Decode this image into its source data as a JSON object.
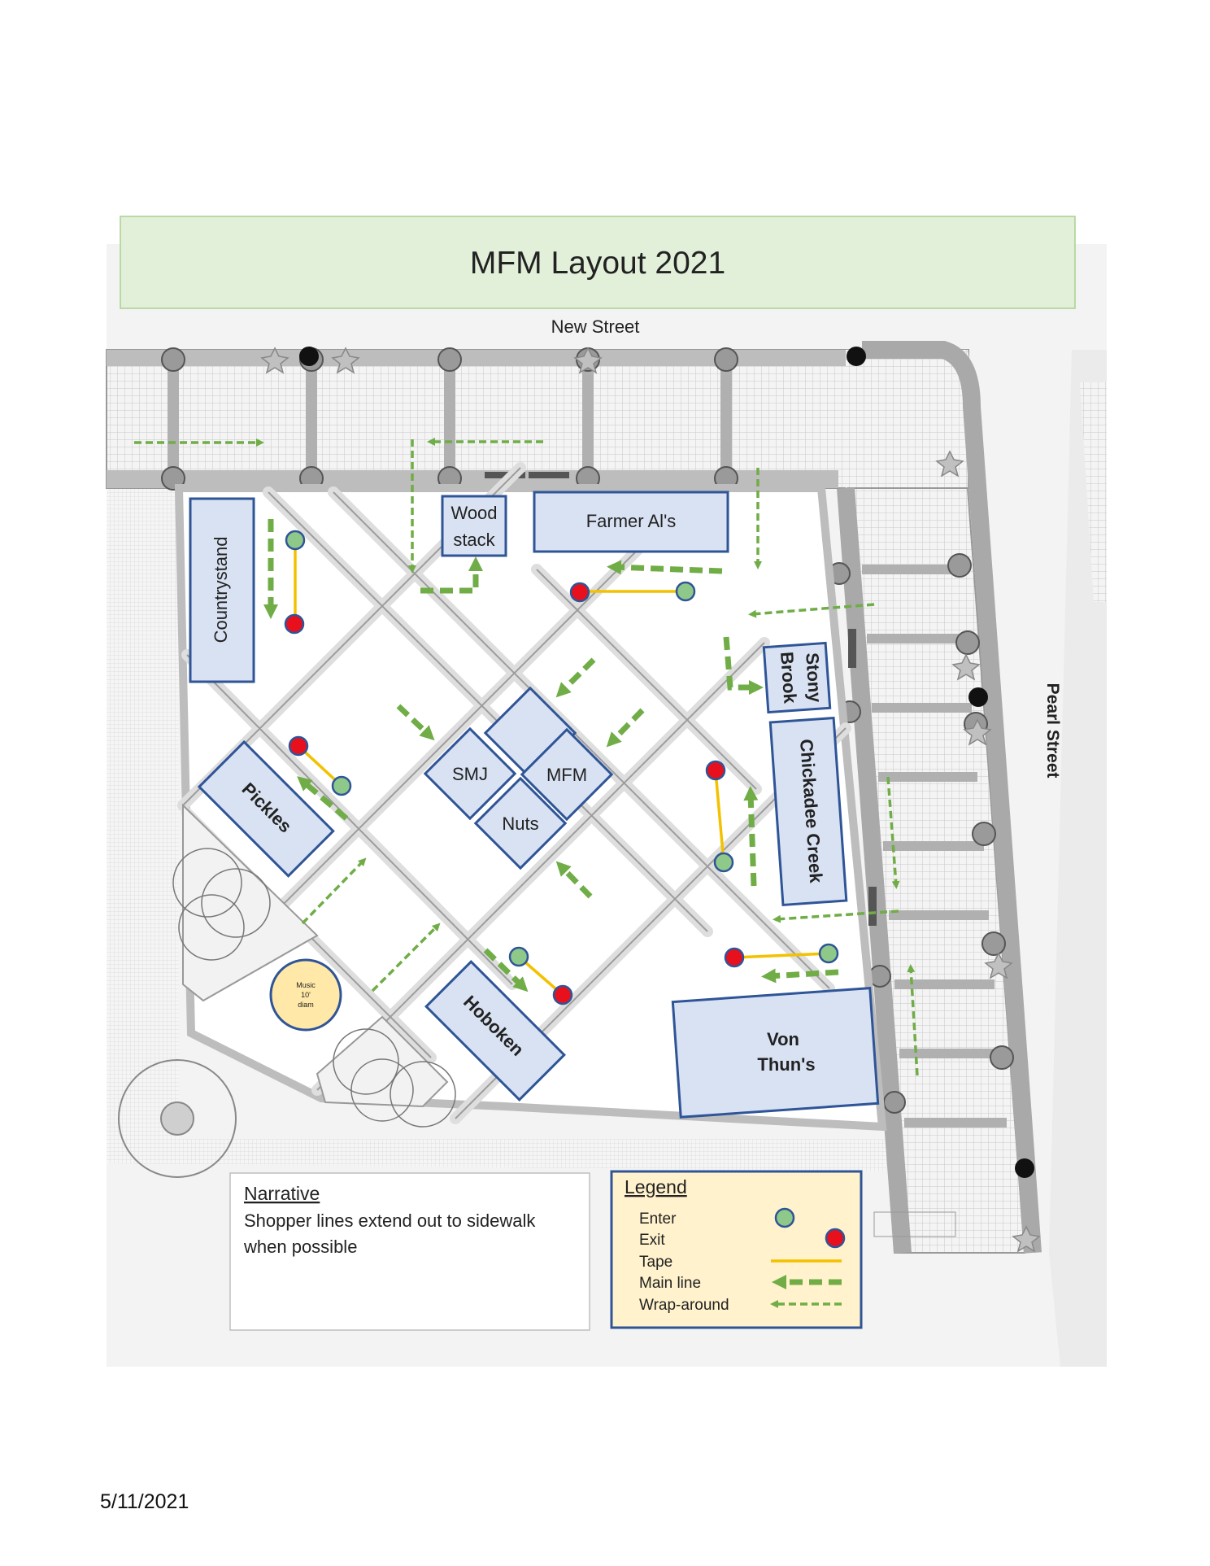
{
  "page": {
    "title": "MFM Layout 2021",
    "date": "5/11/2021"
  },
  "streets": {
    "north": "New Street",
    "east": "Pearl Street"
  },
  "vendors": {
    "countrystand": "Countrystand",
    "wood_stack_line1": "Wood",
    "wood_stack_line2": "stack",
    "farmer_als": "Farmer Al's",
    "stony_brook_line1": "Stony",
    "stony_brook_line2": "Brook",
    "chickadee_creek": "Chickadee Creek",
    "pickles": "Pickles",
    "smj": "SMJ",
    "mfm": "MFM",
    "nuts": "Nuts",
    "hoboken": "Hoboken",
    "von_thuns_line1": "Von",
    "von_thuns_line2": "Thun's"
  },
  "music": {
    "line1": "Music",
    "line2": "10'",
    "line3": "diam"
  },
  "narrative": {
    "heading": "Narrative",
    "line1": "Shopper lines extend out to sidewalk",
    "line2": "when possible"
  },
  "legend": {
    "heading": "Legend",
    "items": [
      {
        "label": "Enter",
        "symbol": "enter-dot-icon",
        "color": "#8fc98a"
      },
      {
        "label": "Exit",
        "symbol": "exit-dot-icon",
        "color": "#e8101c"
      },
      {
        "label": "Tape",
        "symbol": "tape-line-icon",
        "color": "#f2c200"
      },
      {
        "label": "Main line",
        "symbol": "main-line-arrow-icon",
        "color": "#70ad47"
      },
      {
        "label": "Wrap-around",
        "symbol": "wrap-around-arrow-icon",
        "color": "#70ad47"
      }
    ]
  },
  "colors": {
    "title_band": "#e2efd9",
    "booth_fill": "#d9e2f3",
    "booth_stroke": "#2f5597",
    "legend_fill": "#fff2cc",
    "music_fill": "#ffe8a8",
    "arrow_green": "#70ad47",
    "enter_green": "#8fc98a",
    "exit_red": "#e8101c",
    "tape_yellow": "#f2c200"
  }
}
